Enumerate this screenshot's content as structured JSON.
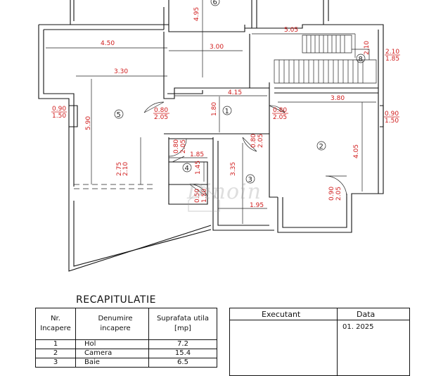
{
  "plan": {
    "rooms": [
      {
        "no": "1"
      },
      {
        "no": "2"
      },
      {
        "no": "3"
      },
      {
        "no": "4"
      },
      {
        "no": "5"
      },
      {
        "no": "6"
      },
      {
        "no": "8"
      }
    ],
    "dims": {
      "d450": "4.50",
      "d330": "3.30",
      "d300": "3.00",
      "d495": "4.95",
      "d505": "5.05",
      "d415": "4.15",
      "d380": "3.80",
      "d590": "5.90",
      "d275": "2.75",
      "d210a": "2.10",
      "d180": "1.80",
      "d405": "4.05",
      "d335": "3.35",
      "d195": "1.95",
      "d185": "1.85",
      "d145": "1.45",
      "w090_150_a": "0.90",
      "w090_150_b": "1.50",
      "w090_150_c": "0.90",
      "w090_150_d": "1.50",
      "d080_205_a": "0.80",
      "d080_205_b": "2.05",
      "d080_205_c": "0.80",
      "d080_205_d": "2.05",
      "d080_205_e": "0.80",
      "d080_205_f": "2.05",
      "d080_205_g": "0.80",
      "d080_205_h": "2.05",
      "d090_205_a": "0.90",
      "d090_205_b": "2.05",
      "w050_150_a": "0.50",
      "w050_150_b": "1.50",
      "w210_185_a": "2.10",
      "w210_185_b": "1.85",
      "d210b": "2.10"
    }
  },
  "watermark": "Dinoin",
  "recap": {
    "title": "RECAPITULATIE",
    "headers": {
      "nr": "Nr. Incapere",
      "name": "Denumire incapere",
      "area": "Suprafata utila [mp]"
    },
    "rows": [
      {
        "nr": "1",
        "name": "Hol",
        "area": "7.2"
      },
      {
        "nr": "2",
        "name": "Camera",
        "area": "15.4"
      },
      {
        "nr": "3",
        "name": "Baie",
        "area": "6.5"
      }
    ]
  },
  "exec": {
    "col1": "Executant",
    "col2": "Data",
    "date": "01. 2025"
  }
}
